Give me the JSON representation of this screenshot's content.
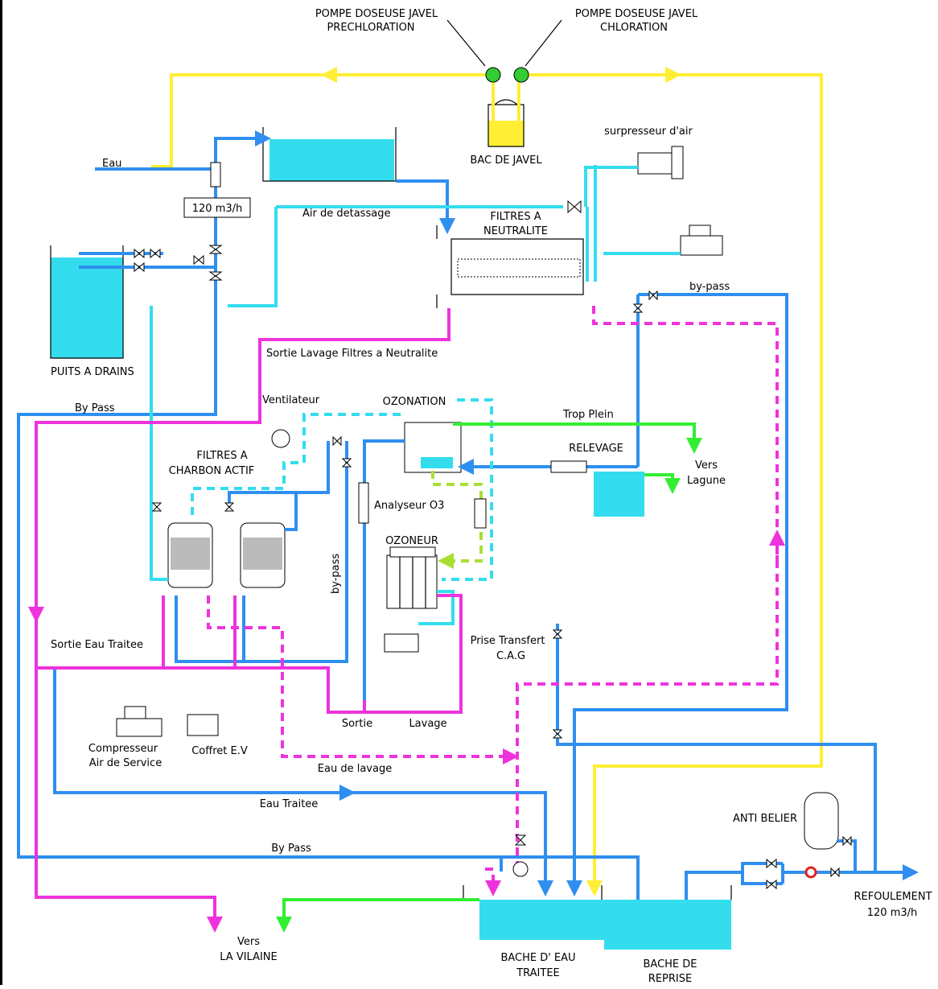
{
  "labels": {
    "pompe_prechloration": [
      "POMPE DOSEUSE JAVEL",
      "PRECHLORATION"
    ],
    "pompe_chloration": [
      "POMPE DOSEUSE JAVEL",
      "CHLORATION"
    ],
    "bac_javel": "BAC DE JAVEL",
    "surpresseur": "surpresseur d'air",
    "eau": "Eau",
    "debit": "120 m3/h",
    "air_detassage": "Air de detassage",
    "filtres_neutralite": [
      "FILTRES A",
      "NEUTRALITE"
    ],
    "by_pass_top": "by-pass",
    "puits": "PUITS A DRAINS",
    "sortie_lavage": "Sortie Lavage Filtres a Neutralite",
    "by_pass_left": "By Pass",
    "ventilateur": "Ventilateur",
    "ozonation": "OZONATION",
    "trop_plein": "Trop Plein",
    "filtres_charbon": [
      "FILTRES A",
      "CHARBON ACTIF"
    ],
    "relevage": "RELEVAGE",
    "vers_lagune": [
      "Vers",
      "Lagune"
    ],
    "analyseur": "Analyseur O3",
    "ozoneur": "OZONEUR",
    "by_pass_vert": "by-pass",
    "sortie_eau_traitee": "Sortie Eau Traitee",
    "prise_transfert": [
      "Prise Transfert",
      "C.A.G"
    ],
    "sortie": "Sortie",
    "lavage": "Lavage",
    "compresseur": [
      "Compresseur",
      "Air de Service"
    ],
    "coffret": "Coffret E.V",
    "eau_de_lavage": "Eau de lavage",
    "eau_traitee": "Eau Traitee",
    "anti_belier": "ANTI BELIER",
    "by_pass_bottom": "By Pass",
    "refoulement": [
      "REFOULEMENT",
      "120 m3/h"
    ],
    "vers_vilaine": [
      "Vers",
      "LA VILAINE"
    ],
    "bache_eau_traitee": [
      "BACHE D' EAU",
      "TRAITEE"
    ],
    "bache_reprise": [
      "BACHE DE",
      "REPRISE"
    ]
  },
  "colors": {
    "chlorine_line": "#ffee33",
    "water_line": "#2f8ff0",
    "air_line": "#33ddee",
    "wash_line": "#ee33dd",
    "overflow_line": "#33ee33",
    "ozone_line": "#aade33",
    "tank_fill": "#33ddee"
  }
}
